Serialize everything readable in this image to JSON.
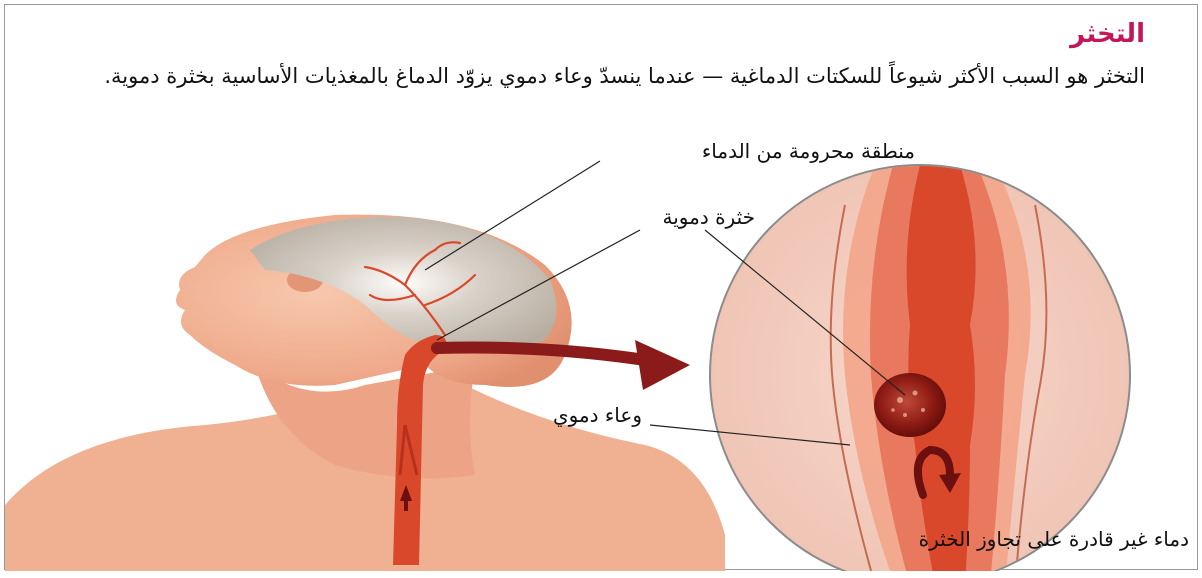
{
  "title": "التخثر",
  "description": "التخثر هو السبب الأكثر شيوعاً للسكتات الدماغية — عندما ينسدّ وعاء دموي يزوّد الدماغ بالمغذيات الأساسية بخثرة دموية.",
  "labels": {
    "blood_deprived_region": "منطقة محرومة من الدماء",
    "blood_clot": "خثرة دموية",
    "blood_vessel": "وعاء دموي",
    "blood_blocked": "دماء غير قادرة على تجاوز الخثرة"
  },
  "colors": {
    "title": "#c2185b",
    "skin": "#f3b89a",
    "artery": "#d9482b",
    "clot": "#7a1010",
    "arrow": "#8b1a1a"
  }
}
